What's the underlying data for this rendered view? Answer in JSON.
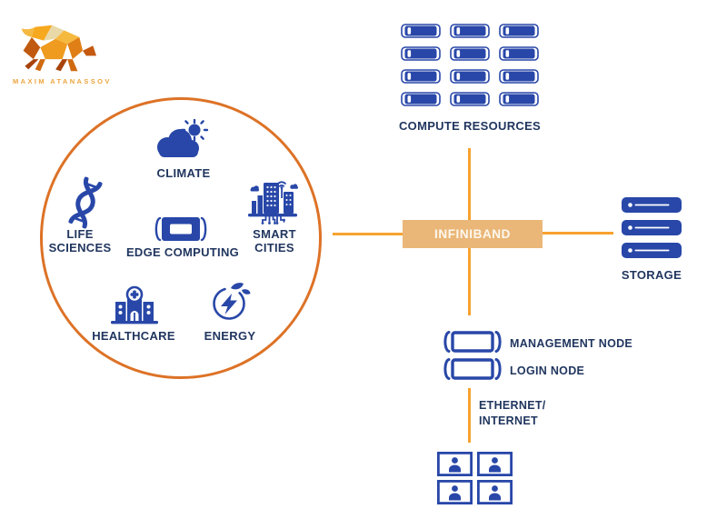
{
  "logo": {
    "brand": "MAXIM ATANASSOV",
    "icon": "bull-logo"
  },
  "use_cases": {
    "climate": {
      "label": "CLIMATE",
      "icon": "cloud-sun-icon"
    },
    "life_sciences": {
      "label": "LIFE\nSCIENCES",
      "icon": "dna-icon"
    },
    "edge_computing": {
      "label": "EDGE COMPUTING",
      "icon": "edge-node-icon"
    },
    "smart_cities": {
      "label": "SMART\nCITIES",
      "icon": "smart-city-icon"
    },
    "healthcare": {
      "label": "HEALTHCARE",
      "icon": "hospital-icon"
    },
    "energy": {
      "label": "ENERGY",
      "icon": "energy-bolt-icon"
    }
  },
  "infrastructure": {
    "compute": {
      "label": "COMPUTE RESOURCES",
      "node_count": 12,
      "icon": "compute-node-icon"
    },
    "interconnect": {
      "label": "INFINIBAND"
    },
    "storage": {
      "label": "STORAGE",
      "drive_count": 3,
      "icon": "storage-drive-icon"
    },
    "management_node": {
      "label": "MANAGEMENT NODE",
      "icon": "server-node-icon"
    },
    "login_node": {
      "label": "LOGIN NODE",
      "icon": "server-node-icon"
    },
    "network": {
      "label": "ETHERNET/\nINTERNET"
    },
    "users": {
      "workstation_count": 4,
      "icon": "user-workstation-icon"
    }
  },
  "colors": {
    "node_blue": "#2847a8",
    "label_navy": "#21365f",
    "connector_orange": "#f7a22e",
    "circle_orange": "#dd7226",
    "infiniband_fill": "#eab778",
    "logo_orange": "#eda53e"
  }
}
